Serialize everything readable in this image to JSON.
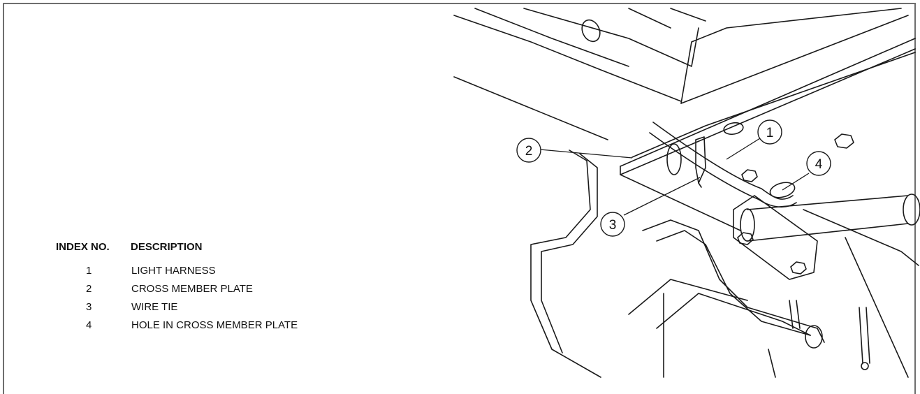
{
  "legend": {
    "header_index": "INDEX NO.",
    "header_description": "DESCRIPTION",
    "items": [
      {
        "index": "1",
        "description": "LIGHT HARNESS"
      },
      {
        "index": "2",
        "description": "CROSS MEMBER PLATE"
      },
      {
        "index": "3",
        "description": "WIRE TIE"
      },
      {
        "index": "4",
        "description": "HOLE IN CROSS MEMBER PLATE"
      }
    ]
  },
  "callouts": [
    "1",
    "2",
    "3",
    "4"
  ]
}
